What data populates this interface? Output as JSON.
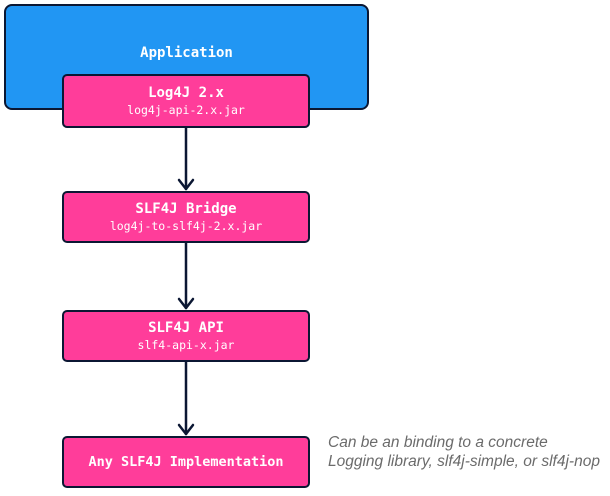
{
  "diagram": {
    "application": {
      "label": "Application"
    },
    "nodes": [
      {
        "title": "Log4J 2.x",
        "subtitle": "log4j-api-2.x.jar"
      },
      {
        "title": "SLF4J Bridge",
        "subtitle": "log4j-to-slf4j-2.x.jar"
      },
      {
        "title": "SLF4J API",
        "subtitle": "slf4-api-x.jar"
      },
      {
        "title": "Any SLF4J Implementation"
      }
    ],
    "note": "Can be an binding to a concrete Logging library, slf4j-simple, or slf4j-nop",
    "colors": {
      "application_fill": "#2196f3",
      "node_fill": "#ff3d9a",
      "outline": "#0b1733",
      "arrow": "#0b1733",
      "note_text": "#6b6b6b"
    }
  }
}
